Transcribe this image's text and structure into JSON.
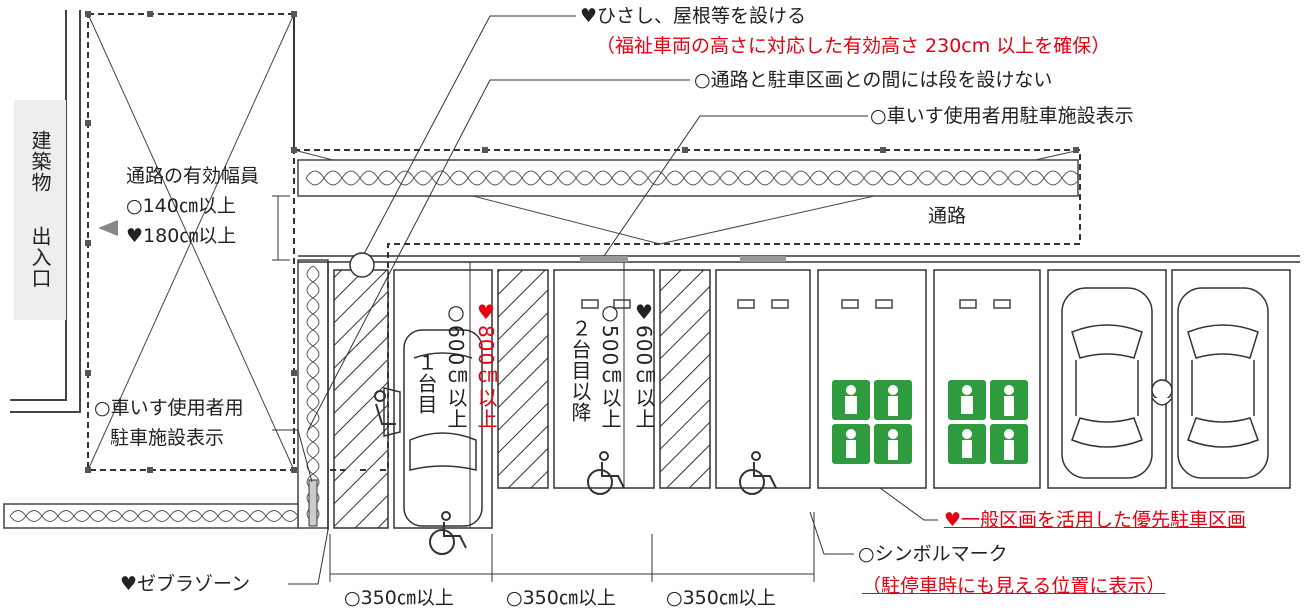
{
  "building": {
    "label_top": "建築物",
    "label_bottom": "出入口"
  },
  "walkway": {
    "width_title": "通路の有効幅員",
    "width_min": "○140㎝以上",
    "width_rec": "♥180㎝以上",
    "label": "通路"
  },
  "callouts": {
    "canopy": "♥ひさし、屋根等を設ける",
    "canopy_note": "（福祉車両の高さに対応した有効高さ 230cm 以上を確保）",
    "no_step": "○通路と駐車区画との間には段を設けない",
    "sign_right": "○車いす使用者用駐車施設表示",
    "sign_left_1": "○車いす使用者用",
    "sign_left_2": "駐車施設表示",
    "priority": "♥一般区画を活用した優先駐車区画",
    "symbol": "○シンボルマーク",
    "symbol_note": "（駐停車時にも見える位置に表示）",
    "zebra": "♥ゼブラゾーン"
  },
  "stalls": {
    "first_label": "１台目",
    "first_min": "○600㎝以上",
    "first_rec": "♥800㎝以上",
    "second_label": "２台目以降",
    "second_min": "○500㎝以上",
    "second_rec": "♥600㎝以上"
  },
  "widths": [
    "○350㎝以上",
    "○350㎝以上",
    "○350㎝以上"
  ],
  "colors": {
    "accent_red": "#e60012",
    "sign_green": "#2e9c3e"
  }
}
